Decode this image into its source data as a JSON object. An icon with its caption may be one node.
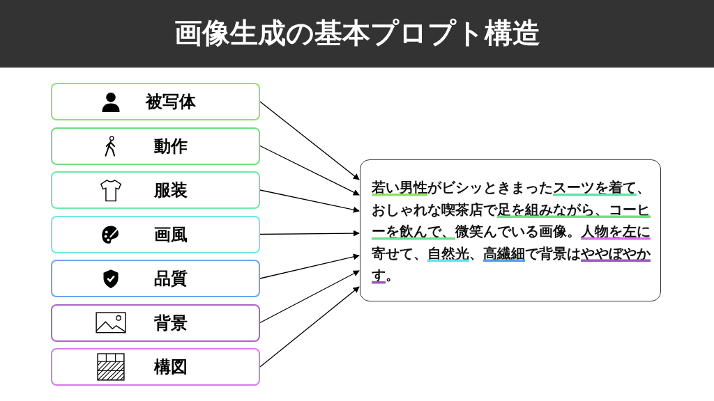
{
  "diagram": {
    "title": "画像生成の基本プロプト構造",
    "nodes": [
      {
        "text": [
          "被写体"
        ]
      },
      {
        "text": [
          "動作"
        ]
      },
      {
        "text": [
          "服装"
        ]
      },
      {
        "text": [
          "画風"
        ]
      },
      {
        "text": [
          "品質"
        ]
      },
      {
        "text": [
          "背景"
        ]
      },
      {
        "text": [
          "構図"
        ]
      },
      {
        "text": [
          "若い男性がビシッときまったスーツを着て、おしゃれな喫茶店で足を組みながら、コーヒーを飲んで、微笑んでいる画像。人物を左に寄せて、自然光、高繊細で背景はややぼやかす。"
        ]
      }
    ],
    "edges": [
      {
        "from": 0,
        "to": 7,
        "arrow": "to"
      },
      {
        "from": 1,
        "to": 7,
        "arrow": "to"
      },
      {
        "from": 2,
        "to": 7,
        "arrow": "to"
      },
      {
        "from": 3,
        "to": 7,
        "arrow": "to"
      },
      {
        "from": 4,
        "to": 7,
        "arrow": "to"
      },
      {
        "from": 5,
        "to": 7,
        "arrow": "to"
      },
      {
        "from": 6,
        "to": 7,
        "arrow": "to"
      }
    ]
  }
}
